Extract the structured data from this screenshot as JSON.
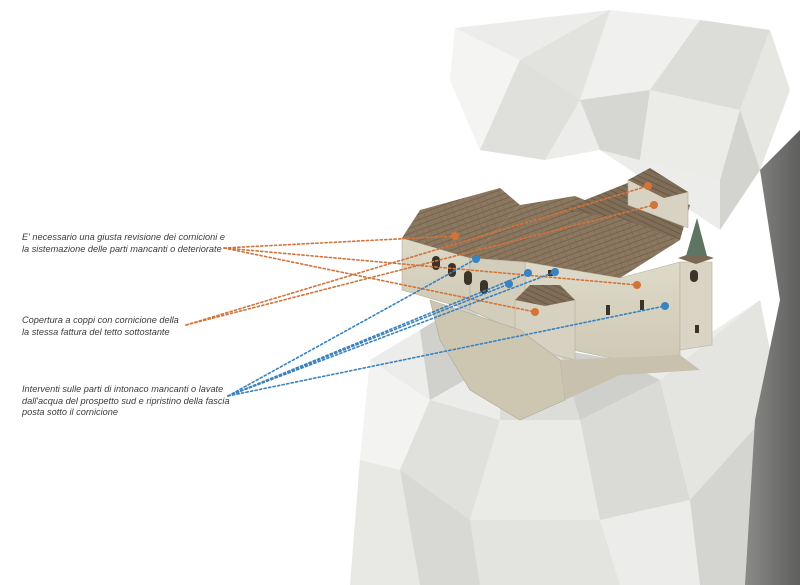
{
  "annotations": [
    {
      "id": "roof-cornice-revision",
      "lines": [
        "E'  necessario una giusta revisione dei cornicioni e",
        "la sistemazione delle parti mancanti o deteriorate"
      ],
      "color": "#d2743a"
    },
    {
      "id": "coppi-roof-covering",
      "lines": [
        "Copertura a coppi con cornicione della",
        "la stessa fattura del tetto sottostante"
      ],
      "color": "#d2743a"
    },
    {
      "id": "plaster-interventions",
      "lines": [
        "Interventi sulle parti di intonaco mancanti o lavate",
        "dall'acqua del prospetto sud e ripristino della fascia",
        "posta sotto il cornicione"
      ],
      "color": "#3a82c0"
    }
  ],
  "colors": {
    "orange_marker": "#d2743a",
    "blue_marker": "#3a82c0",
    "roof": "#8d7a62",
    "wall": "#d9d4c4",
    "rock": "#e9e9e6"
  }
}
